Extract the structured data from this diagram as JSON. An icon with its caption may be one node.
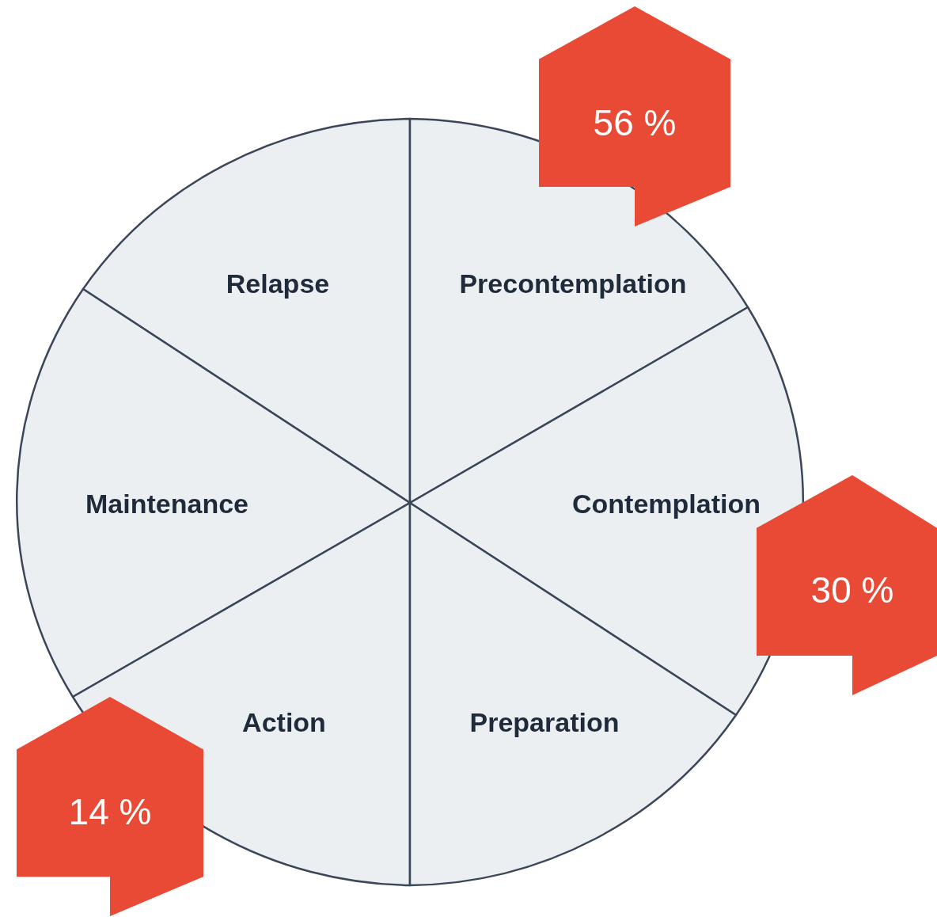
{
  "diagram": {
    "nodes": [
      {
        "text": [
          "56 %"
        ]
      },
      {
        "text": [
          "Relapse"
        ]
      },
      {
        "text": [
          "Precontemplation"
        ]
      },
      {
        "text": [
          "Maintenance"
        ]
      },
      {
        "text": [
          "Contemplation"
        ]
      },
      {
        "text": [
          "30 %"
        ]
      },
      {
        "text": [
          "Action"
        ]
      },
      {
        "text": [
          "Preparation"
        ]
      },
      {
        "text": [
          "14 %"
        ]
      }
    ]
  }
}
